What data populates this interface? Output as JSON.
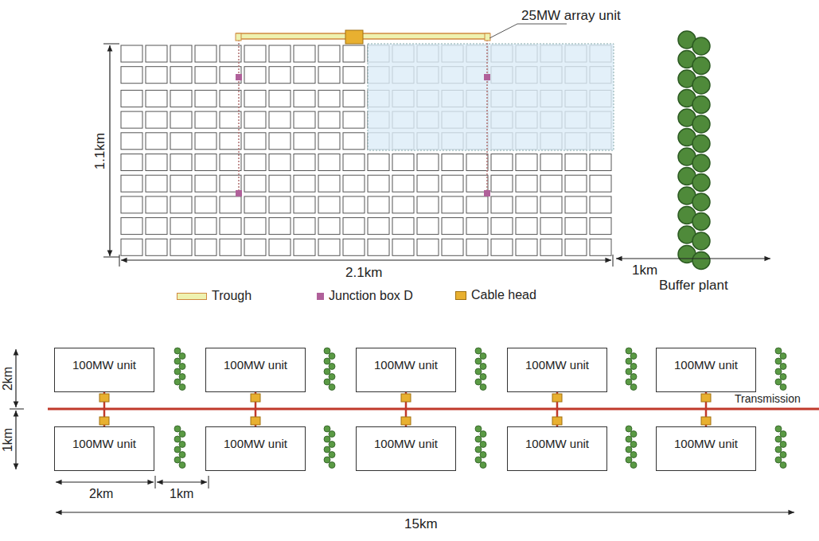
{
  "diagram": {
    "nodes": [
      {
        "text": [
          "100MW unit"
        ]
      },
      {
        "text": [
          "100MW unit"
        ]
      },
      {
        "text": [
          "100MW unit"
        ]
      },
      {
        "text": [
          "100MW unit"
        ]
      },
      {
        "text": [
          "100MW unit"
        ]
      },
      {
        "text": [
          "100MW unit"
        ]
      },
      {
        "text": [
          "100MW unit"
        ]
      },
      {
        "text": [
          "100MW unit"
        ]
      },
      {
        "text": [
          "100MW unit"
        ]
      },
      {
        "text": [
          "100MW unit"
        ]
      }
    ],
    "edges": [
      {
        "from": 0,
        "to": 5,
        "arrow": "none"
      },
      {
        "from": 1,
        "to": 6,
        "arrow": "none"
      },
      {
        "from": 2,
        "to": 7,
        "arrow": "none"
      },
      {
        "from": 3,
        "to": 8,
        "arrow": "none"
      },
      {
        "from": 4,
        "to": 9,
        "arrow": "none"
      }
    ],
    "labels": [
      "25MW array unit",
      "1.1km",
      "2.1km",
      "1km",
      "Buffer plant",
      "Transmission",
      "2km",
      "1km",
      "2km",
      "1km",
      "15km"
    ],
    "legend": [
      {
        "text": "Trough",
        "color": "#eef2b0"
      },
      {
        "text": "Junction box D",
        "color": "#b0609a"
      },
      {
        "text": "Cable head",
        "color": "#e8b030"
      }
    ]
  }
}
